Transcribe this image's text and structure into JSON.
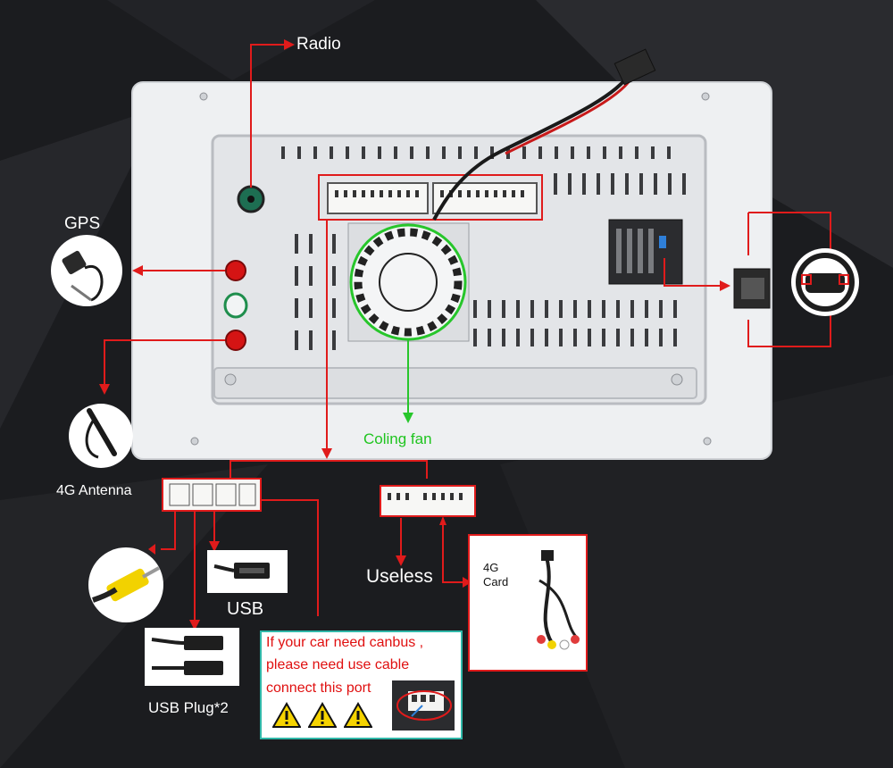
{
  "labels": {
    "radio": "Radio",
    "gps": "GPS",
    "antenna_4g": "4G Antenna",
    "cooling_fan": "Coling fan",
    "useless": "Useless",
    "usb": "USB",
    "usb_plug": "USB Plug*2",
    "card_4g_line1": "4G",
    "card_4g_line2": "Card"
  },
  "note": {
    "line1": "If your car need canbus ,",
    "line2": "please need use cable",
    "line3": "connect this port"
  },
  "colors": {
    "background": "#1b1c1f",
    "panel": "#e9eaec",
    "arrow": "#e01b1b",
    "fan_highlight": "#27c62b",
    "note_border": "#2fb7a8",
    "note_text": "#e01010",
    "label_text": "#ffffff"
  },
  "icons": [
    "warning-icon",
    "gps-antenna-icon",
    "antenna-4g-icon",
    "steering-wheel-icon",
    "rca-plug-icon",
    "usb-cable-icon"
  ]
}
